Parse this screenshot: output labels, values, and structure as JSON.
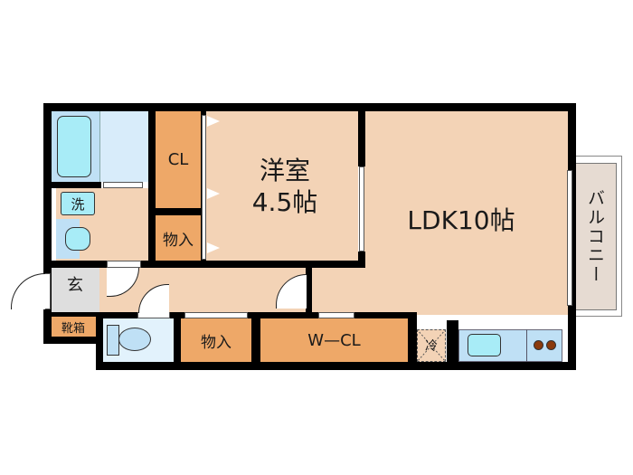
{
  "floorplan": {
    "rooms": {
      "western_room": {
        "name": "洋室",
        "size": "4.5帖"
      },
      "ldk": {
        "label": "LDK10帖"
      },
      "closet": {
        "label": "CL"
      },
      "storage_upper": {
        "label": "物入"
      },
      "storage_lower": {
        "label": "物入"
      },
      "walk_in_closet": {
        "label": "W—CL"
      },
      "entrance": {
        "label": "玄"
      },
      "shoe_box": {
        "label": "靴箱"
      },
      "washer": {
        "label": "洗"
      },
      "fridge": {
        "label": "冷"
      },
      "balcony": {
        "label": "バルコニー"
      }
    },
    "colors": {
      "floor": "#f3d3b6",
      "storage": "#eea868",
      "wet": "#bfe0f5",
      "fixture": "#a8ecf7",
      "entrance": "#dedede",
      "balcony": "#e6dbd2",
      "stove": "#8b3a0c"
    }
  }
}
